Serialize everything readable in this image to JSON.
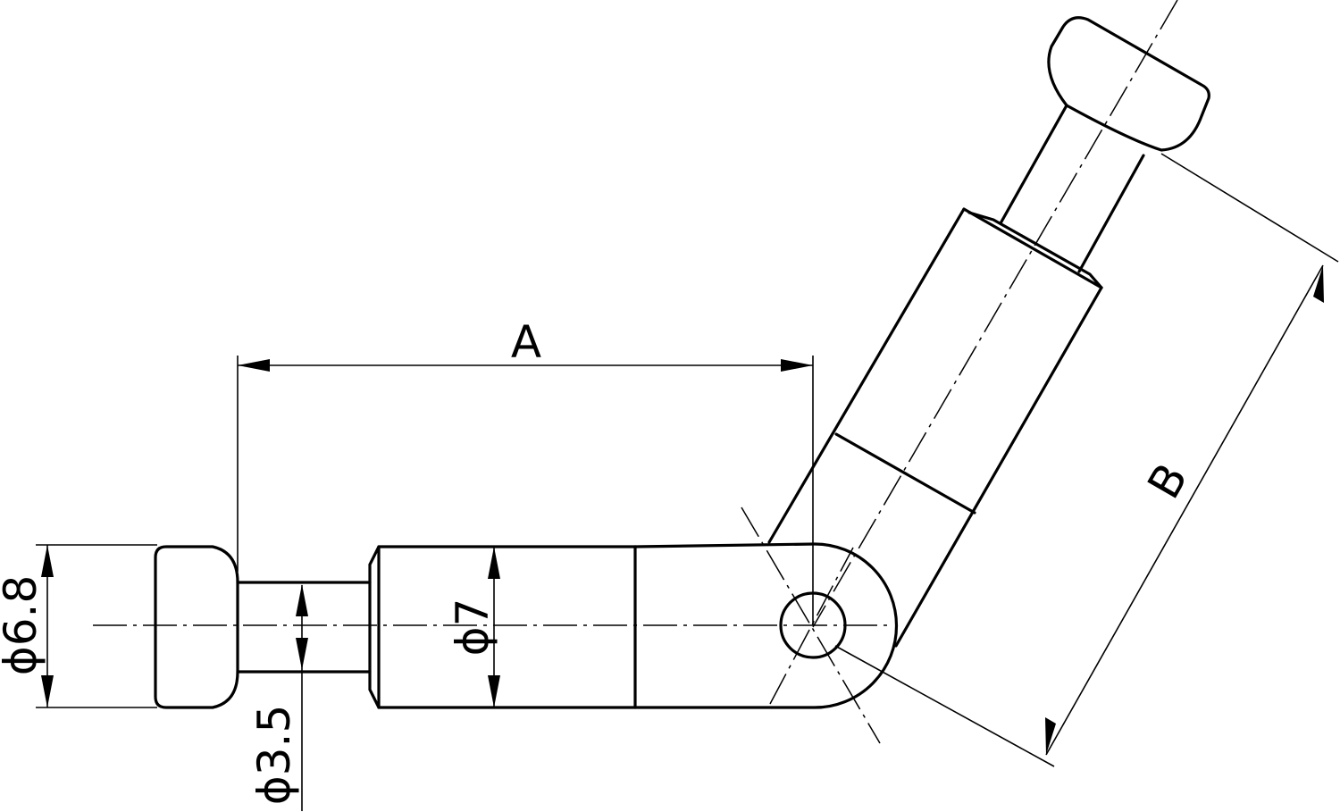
{
  "drawing": {
    "dimensions": {
      "a": "A",
      "b": "B",
      "dia_head": "ϕ6.8",
      "dia_shaft": "ϕ3.5",
      "dia_body": "ϕ7"
    }
  }
}
